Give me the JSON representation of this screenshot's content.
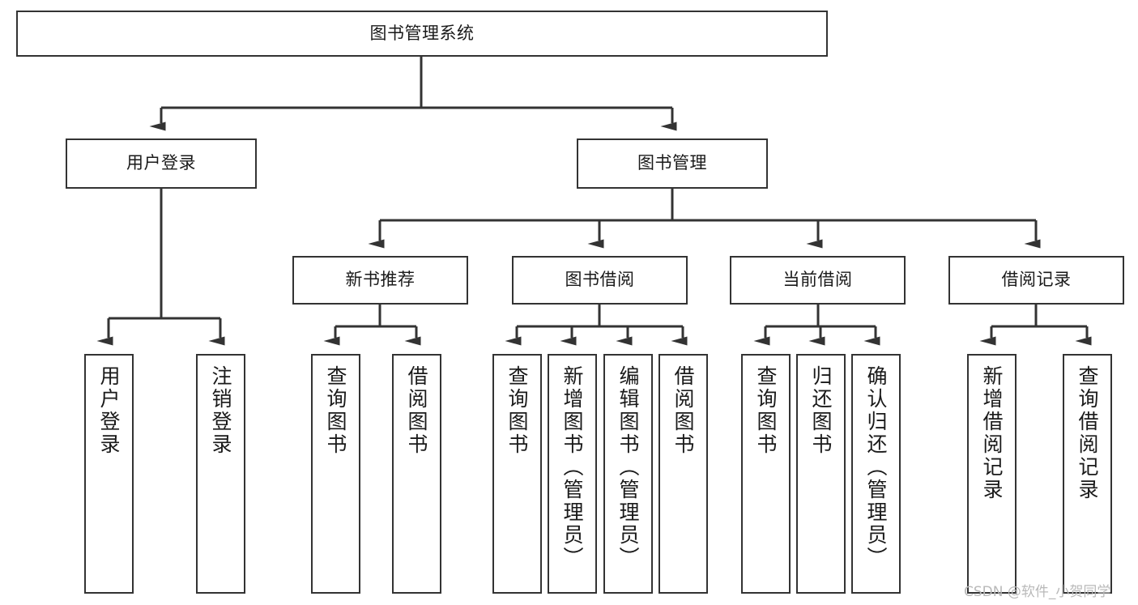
{
  "diagram": {
    "title": "图书管理系统",
    "type": "tree-hierarchy",
    "watermark": "CSDN @软件_小贺同学",
    "colors": {
      "border": "#333333",
      "fill": "#ffffff",
      "text": "#1a1a1a",
      "connector": "#333333",
      "watermark": "#b9b9b9"
    },
    "root": {
      "label": "图书管理系统"
    },
    "level2": [
      {
        "label": "用户登录"
      },
      {
        "label": "图书管理"
      }
    ],
    "level3": [
      {
        "label": "新书推荐"
      },
      {
        "label": "图书借阅"
      },
      {
        "label": "当前借阅"
      },
      {
        "label": "借阅记录"
      }
    ],
    "leaves": {
      "user_login": [
        {
          "label": "用户登录"
        },
        {
          "label": "注销登录"
        }
      ],
      "new_book_recommend": [
        {
          "label": "查询图书"
        },
        {
          "label": "借阅图书"
        }
      ],
      "book_borrow": [
        {
          "label": "查询图书"
        },
        {
          "label": "新增图书（管理员）"
        },
        {
          "label": "编辑图书（管理员）"
        },
        {
          "label": "借阅图书"
        }
      ],
      "current_borrow": [
        {
          "label": "查询图书"
        },
        {
          "label": "归还图书"
        },
        {
          "label": "确认归还（管理员）"
        }
      ],
      "borrow_record": [
        {
          "label": "新增借阅记录"
        },
        {
          "label": "查询借阅记录"
        }
      ]
    }
  }
}
